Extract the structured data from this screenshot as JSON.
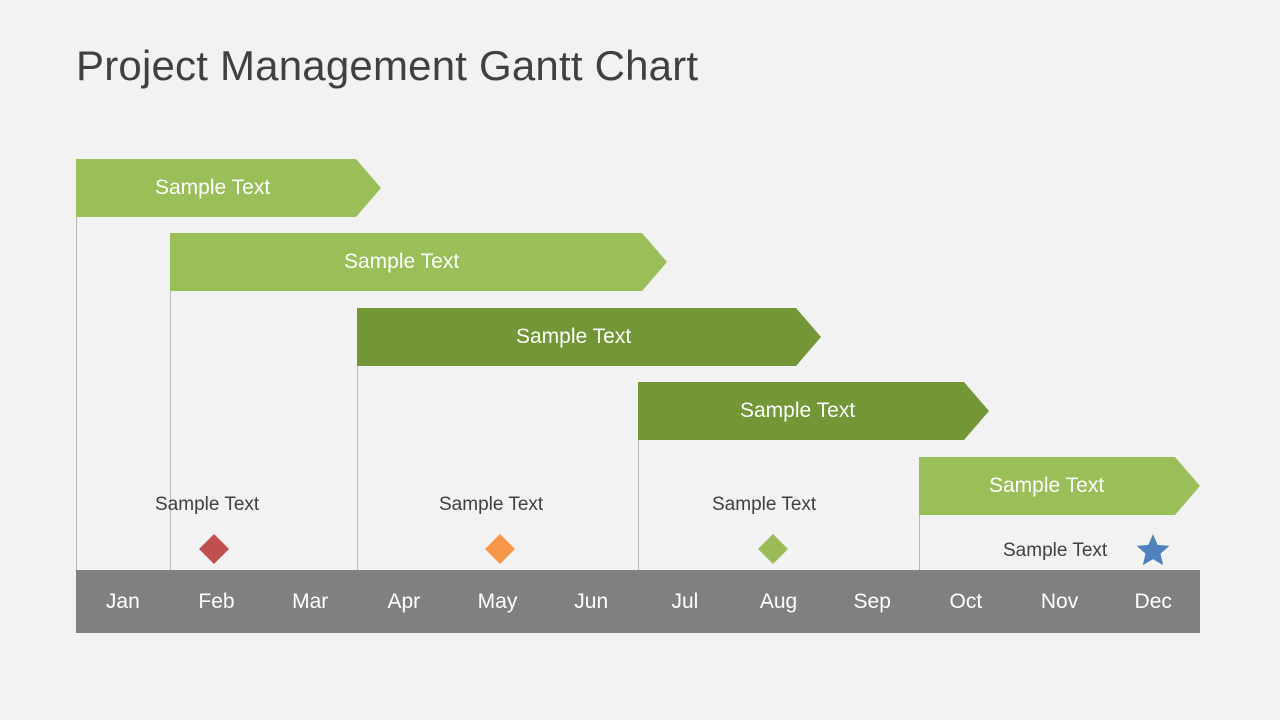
{
  "slide": {
    "title": "Project Management Gantt Chart",
    "background_color": "#f2f2f2",
    "title_color": "#404040"
  },
  "colors": {
    "light_green": "#9ABF58",
    "dark_green": "#739637",
    "axis_gray": "#808080",
    "gridline": "#b8b8b8",
    "milestone_red": "#C0504D",
    "milestone_orange": "#F79646",
    "milestone_green": "#9BBB59",
    "milestone_blue": "#4F81BD",
    "bar_text": "#ffffff",
    "milestone_text": "#404040"
  },
  "axis": {
    "months": [
      "Jan",
      "Feb",
      "Mar",
      "Apr",
      "May",
      "Jun",
      "Jul",
      "Aug",
      "Sep",
      "Oct",
      "Nov",
      "Dec"
    ]
  },
  "tasks": [
    {
      "label": "Sample Text",
      "color": "#9ABF58",
      "start_month": 0,
      "end_month": 3
    },
    {
      "label": "Sample Text",
      "color": "#9ABF58",
      "start_month": 1,
      "end_month": 6
    },
    {
      "label": "Sample Text",
      "color": "#739637",
      "start_month": 3,
      "end_month": 8
    },
    {
      "label": "Sample Text",
      "color": "#739637",
      "start_month": 6,
      "end_month": 10
    },
    {
      "label": "Sample Text",
      "color": "#9ABF58",
      "start_month": 9,
      "end_month": 12
    }
  ],
  "milestones": [
    {
      "label": "Sample Text",
      "shape": "diamond",
      "color": "#C0504D",
      "month": 1.5,
      "label_position": "above"
    },
    {
      "label": "Sample Text",
      "shape": "diamond",
      "color": "#F79646",
      "month": 4.5,
      "label_position": "above"
    },
    {
      "label": "Sample Text",
      "shape": "diamond",
      "color": "#9BBB59",
      "month": 7.5,
      "label_position": "above"
    },
    {
      "label": "Sample Text",
      "shape": "star",
      "color": "#4F81BD",
      "month": 11.5,
      "label_position": "left"
    }
  ],
  "chart_data": {
    "type": "bar",
    "title": "Project Management Gantt Chart",
    "subtype": "gantt",
    "xlabel": "",
    "ylabel": "",
    "categories": [
      "Jan",
      "Feb",
      "Mar",
      "Apr",
      "May",
      "Jun",
      "Jul",
      "Aug",
      "Sep",
      "Oct",
      "Nov",
      "Dec"
    ],
    "xlim": [
      0,
      12
    ],
    "grid": true,
    "legend": "none",
    "series": [
      {
        "name": "Sample Text",
        "start": 0,
        "end": 3,
        "duration": 3,
        "color": "#9ABF58"
      },
      {
        "name": "Sample Text",
        "start": 1,
        "end": 6,
        "duration": 5,
        "color": "#9ABF58"
      },
      {
        "name": "Sample Text",
        "start": 3,
        "end": 8,
        "duration": 5,
        "color": "#739637"
      },
      {
        "name": "Sample Text",
        "start": 6,
        "end": 10,
        "duration": 4,
        "color": "#739637"
      },
      {
        "name": "Sample Text",
        "start": 9,
        "end": 12,
        "duration": 3,
        "color": "#9ABF58"
      }
    ],
    "markers": [
      {
        "name": "Sample Text",
        "at": 1.5,
        "shape": "diamond",
        "color": "#C0504D"
      },
      {
        "name": "Sample Text",
        "at": 4.5,
        "shape": "diamond",
        "color": "#F79646"
      },
      {
        "name": "Sample Text",
        "at": 7.5,
        "shape": "diamond",
        "color": "#9BBB59"
      },
      {
        "name": "Sample Text",
        "at": 11.5,
        "shape": "star",
        "color": "#4F81BD"
      }
    ]
  }
}
